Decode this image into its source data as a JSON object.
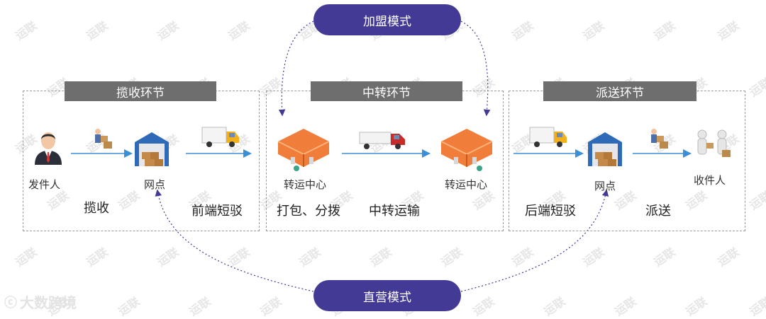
{
  "watermark": "运联",
  "brand": "大数跨境",
  "top_model": "加盟模式",
  "bottom_model": "直营模式",
  "sections": {
    "collect": {
      "title": "揽收环节",
      "sender": "发件人",
      "outlet": "网点",
      "step_collect": "揽收",
      "step_short": "前端短驳"
    },
    "transit": {
      "title": "中转环节",
      "hub_left": "转运中心",
      "hub_right": "转运中心",
      "step_pack": "打包、分拨",
      "step_transport": "中转运输"
    },
    "delivery": {
      "title": "派送环节",
      "outlet": "网点",
      "receiver": "收件人",
      "step_short": "后端短驳",
      "step_deliver": "派送"
    }
  },
  "colors": {
    "accent": "#433a96",
    "arrow": "#3b8fd6",
    "dashed": "#9a9a9a",
    "header": "#6e6e6e"
  }
}
